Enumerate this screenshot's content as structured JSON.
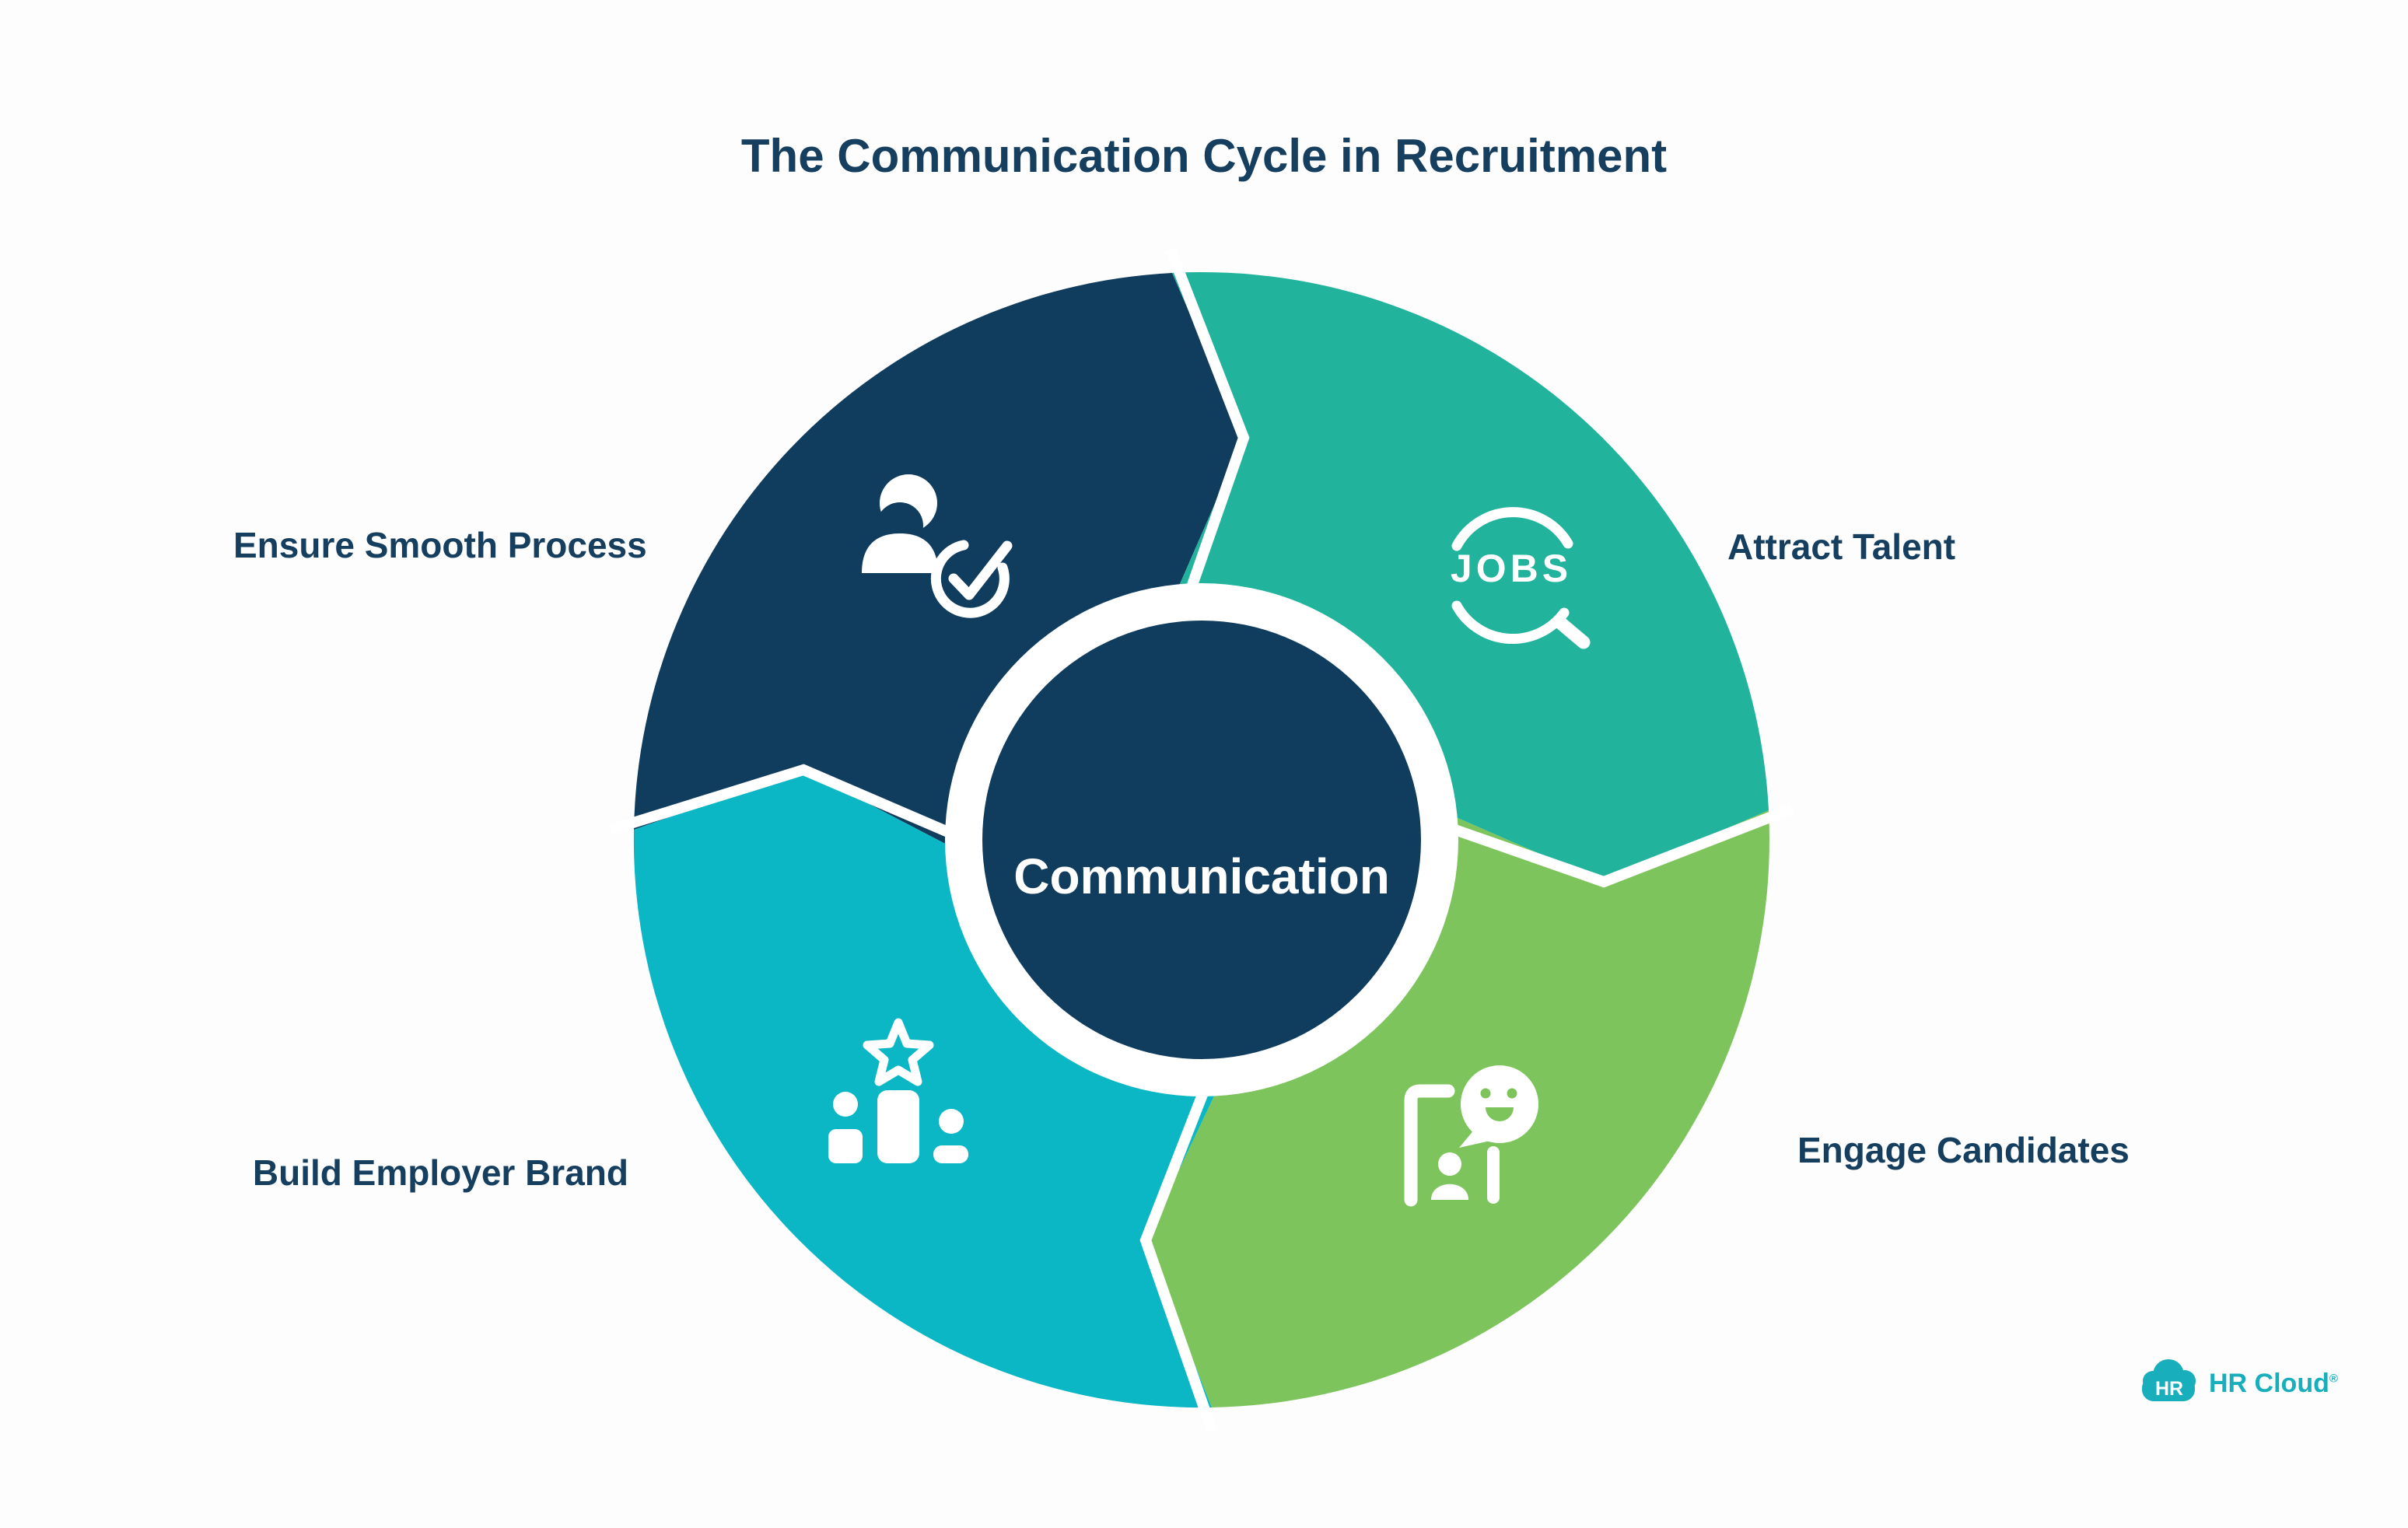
{
  "title": "The Communication Cycle in Recruitment",
  "center": {
    "label": "Communication"
  },
  "segments": [
    {
      "id": "ensure-smooth-process",
      "label": "Ensure Smooth Process",
      "color": "#103C5D",
      "icon": "person-check-icon"
    },
    {
      "id": "attract-talent",
      "label": "Attract Talent",
      "color": "#21B39C",
      "icon": "jobs-magnifier-icon",
      "icon_text": "JOBS"
    },
    {
      "id": "engage-candidates",
      "label": "Engage Candidates",
      "color": "#7EC45C",
      "icon": "smiley-chat-icon"
    },
    {
      "id": "build-employer-brand",
      "label": "Build Employer Brand",
      "color": "#0BB7C4",
      "icon": "ranking-podium-icon"
    }
  ],
  "colors": {
    "background": "#FDFDFD",
    "ring_white": "#FFFFFF",
    "text_navy": "#153E5F",
    "icon_white": "#FFFFFF"
  },
  "logo": {
    "badge_text": "HR",
    "brand_text": "HR Cloud",
    "registered_mark": "®",
    "color": "#19AEBB"
  }
}
